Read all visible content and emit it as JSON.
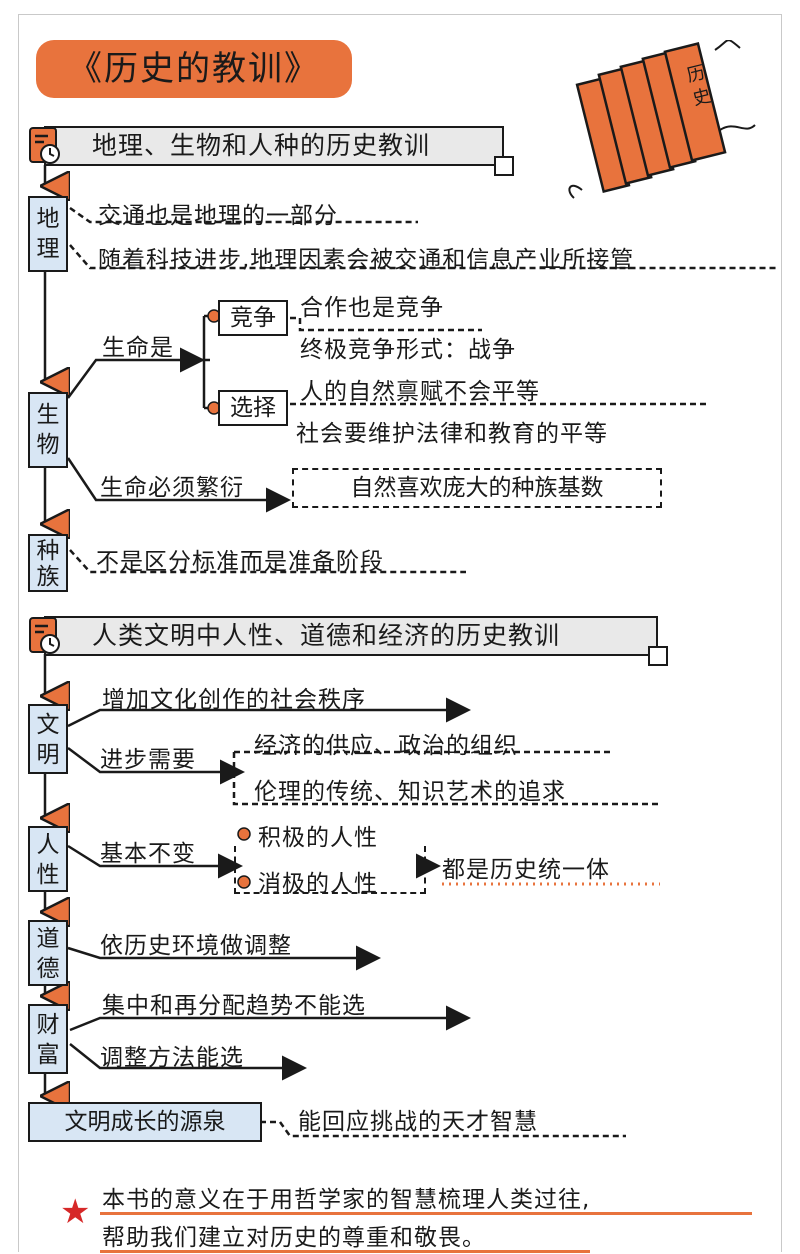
{
  "title": "《历史的教训》",
  "book_icon": {
    "label": "历史",
    "color": "#e8733d"
  },
  "colors": {
    "accent": "#e8733d",
    "node_fill": "#d8e6f4",
    "banner_fill": "#e9e9e9",
    "star": "#d62828"
  },
  "section1": {
    "heading": "地理、生物和人种的历史教训",
    "geography": {
      "node": [
        "地",
        "理"
      ],
      "items": [
        "交通也是地理的一部分",
        "随着科技进步,地理因素会被交通和信息产业所接管"
      ]
    },
    "biology": {
      "node": [
        "生",
        "物"
      ],
      "life_is": "生命是",
      "competition": {
        "label": "竞争",
        "items": [
          "合作也是竞争",
          "终极竞争形式：战争"
        ]
      },
      "selection": {
        "label": "选择",
        "items": [
          "人的自然禀赋不会平等",
          "社会要维护法律和教育的平等"
        ]
      },
      "must_reproduce": "生命必须繁衍",
      "nature_likes": "自然喜欢庞大的种族基数"
    },
    "race": {
      "node": [
        "种",
        "族"
      ],
      "item": "不是区分标准而是准备阶段"
    }
  },
  "section2": {
    "heading": "人类文明中人性、道德和经济的历史教训",
    "civilization": {
      "node": [
        "文",
        "明"
      ],
      "item1": "增加文化创作的社会秩序",
      "progress_needs": "进步需要",
      "needs": [
        "经济的供应、政治的组织",
        "伦理的传统、知识艺术的追求"
      ]
    },
    "human_nature": {
      "node": [
        "人",
        "性"
      ],
      "basic": "基本不变",
      "items": [
        "积极的人性",
        "消极的人性"
      ],
      "result": "都是历史统一体"
    },
    "morality": {
      "node": [
        "道",
        "德"
      ],
      "item": "依历史环境做调整"
    },
    "wealth": {
      "node": [
        "财",
        "富"
      ],
      "items": [
        "集中和再分配趋势不能选",
        "调整方法能选"
      ]
    },
    "source": {
      "node": "文明成长的源泉",
      "item": "能回应挑战的天才智慧"
    }
  },
  "conclusion": [
    "本书的意义在于用哲学家的智慧梳理人类过往,",
    "帮助我们建立对历史的尊重和敬畏。"
  ]
}
